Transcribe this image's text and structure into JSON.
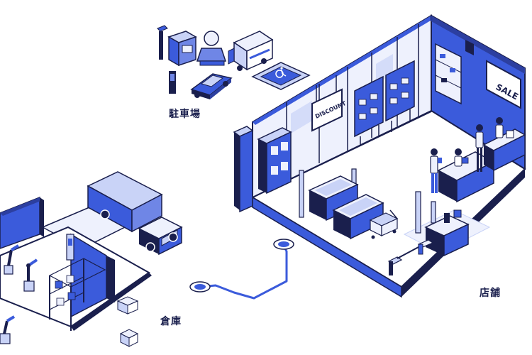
{
  "labels": {
    "parking": "駐車場",
    "warehouse": "倉庫",
    "store": "店舗"
  },
  "signs": {
    "discount": "DISCOUNT",
    "sale": "SALE"
  },
  "icons": {
    "accessible": "wheelchair-icon"
  },
  "colors": {
    "ink": "#1a1f4d",
    "blue": "#3b5bdb",
    "mid": "#6f86e6",
    "light": "#c9d3f7",
    "pale": "#eef1fd"
  }
}
